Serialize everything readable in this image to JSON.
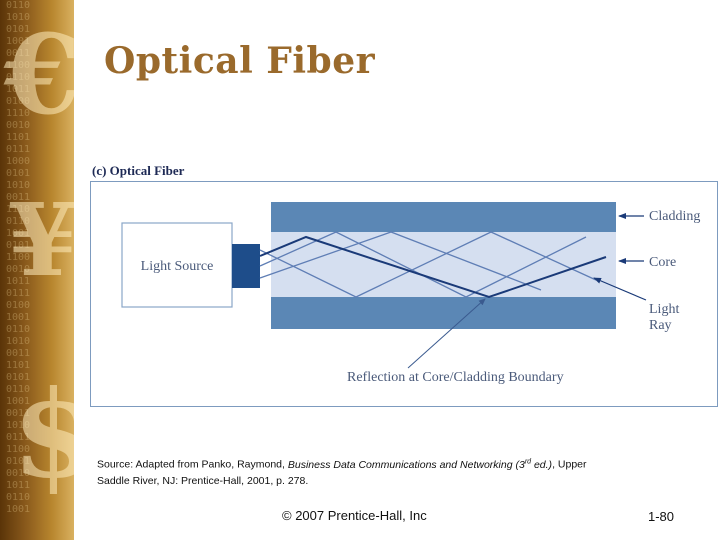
{
  "slide": {
    "title": "Optical Fiber",
    "figure_caption": "(c)  Optical Fiber",
    "copyright": "© 2007 Prentice-Hall, Inc",
    "page_number": "1-80"
  },
  "diagram": {
    "light_source_label": "Light Source",
    "cladding_label": "Cladding",
    "core_label": "Core",
    "light_ray_label_line1": "Light",
    "light_ray_label_line2": "Ray",
    "reflection_label": "Reflection at Core/Cladding Boundary",
    "colors": {
      "cladding": "#5b87b5",
      "core": "#d5dff0",
      "ray_primary": "#1a3a78",
      "ray_secondary": "#5f7eb5",
      "frame": "#7d9bbf",
      "emitter": "#1e4d8a",
      "label_text": "#4a5a7a"
    }
  },
  "source_note": {
    "prefix": "Source: Adapted from Panko, Raymond, ",
    "book_title": "Business Data Communications and Networking (3",
    "edition_superscript": "rd",
    "edition_suffix": " ed.)",
    "suffix_line1": ", Upper",
    "line2": "Saddle River, NJ: Prentice-Hall, 2001, p. 278."
  },
  "decoration": {
    "left_band_symbols": [
      "€",
      "¥",
      "$"
    ]
  }
}
